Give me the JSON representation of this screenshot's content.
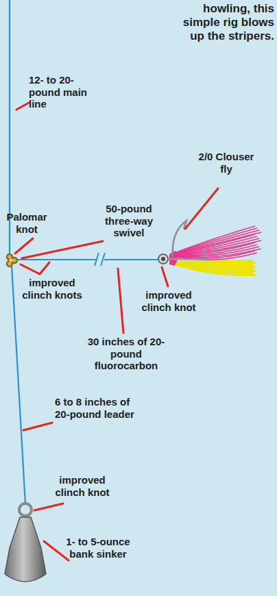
{
  "diagram": {
    "labels": [
      "howling, this simple rig blows up the stripers.",
      "12- to 20-pound main line",
      "2/0 Clouser fly",
      "Palomar knot",
      "50-pound three-way swivel",
      "improved clinch knots",
      "improved clinch knot",
      "30 inches of 20-pound fluorocarbon",
      "6 to 8 inches of 20-pound leader",
      "improved clinch knot",
      "1- to 5-ounce bank sinker"
    ]
  }
}
